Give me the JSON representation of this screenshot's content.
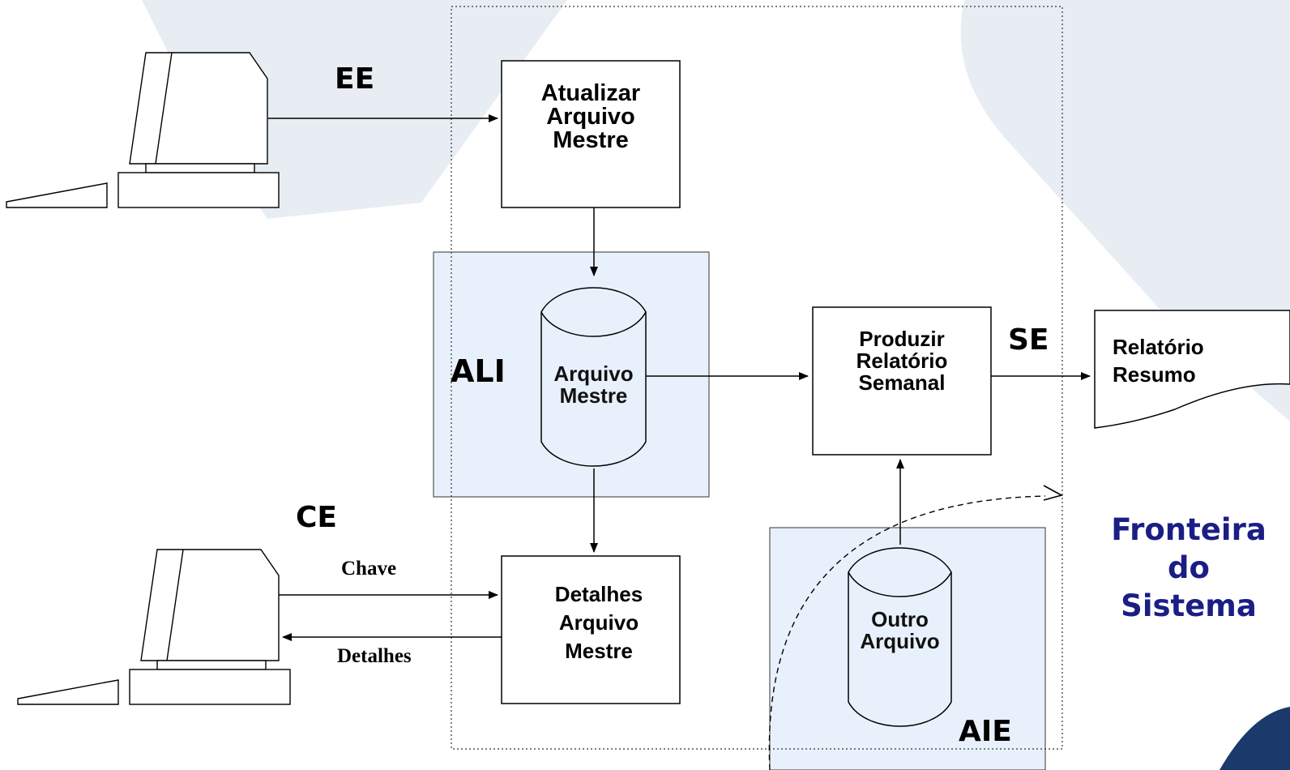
{
  "colors": {
    "background_shape": "#e8edf3",
    "file_panel": "#e8f1fb",
    "boundary_text": "#1a1e84",
    "line": "#000000",
    "corner_swoosh": "#1b3a6b"
  },
  "transactions": {
    "ee": "EE",
    "ce": "CE",
    "se": "SE"
  },
  "files": {
    "ali": {
      "tag": "ALI",
      "line1": "Arquivo",
      "line2": "Mestre"
    },
    "aie": {
      "tag": "AIE",
      "line1": "Outro",
      "line2": "Arquivo"
    }
  },
  "processes": {
    "update": {
      "line1": "Atualizar",
      "line2": "Arquivo",
      "line3": "Mestre"
    },
    "report": {
      "line1": "Produzir",
      "line2": "Relatório",
      "line3": "Semanal"
    },
    "details": {
      "line1": "Detalhes",
      "line2": "Arquivo",
      "line3": "Mestre"
    }
  },
  "flows": {
    "key": "Chave",
    "details": "Detalhes"
  },
  "output_document": {
    "line1": "Relatório",
    "line2": "Resumo"
  },
  "boundary_label": {
    "line1": "Fronteira",
    "line2": "do",
    "line3": "Sistema"
  },
  "icons": [
    "computer-terminal-icon",
    "computer-terminal-icon"
  ]
}
